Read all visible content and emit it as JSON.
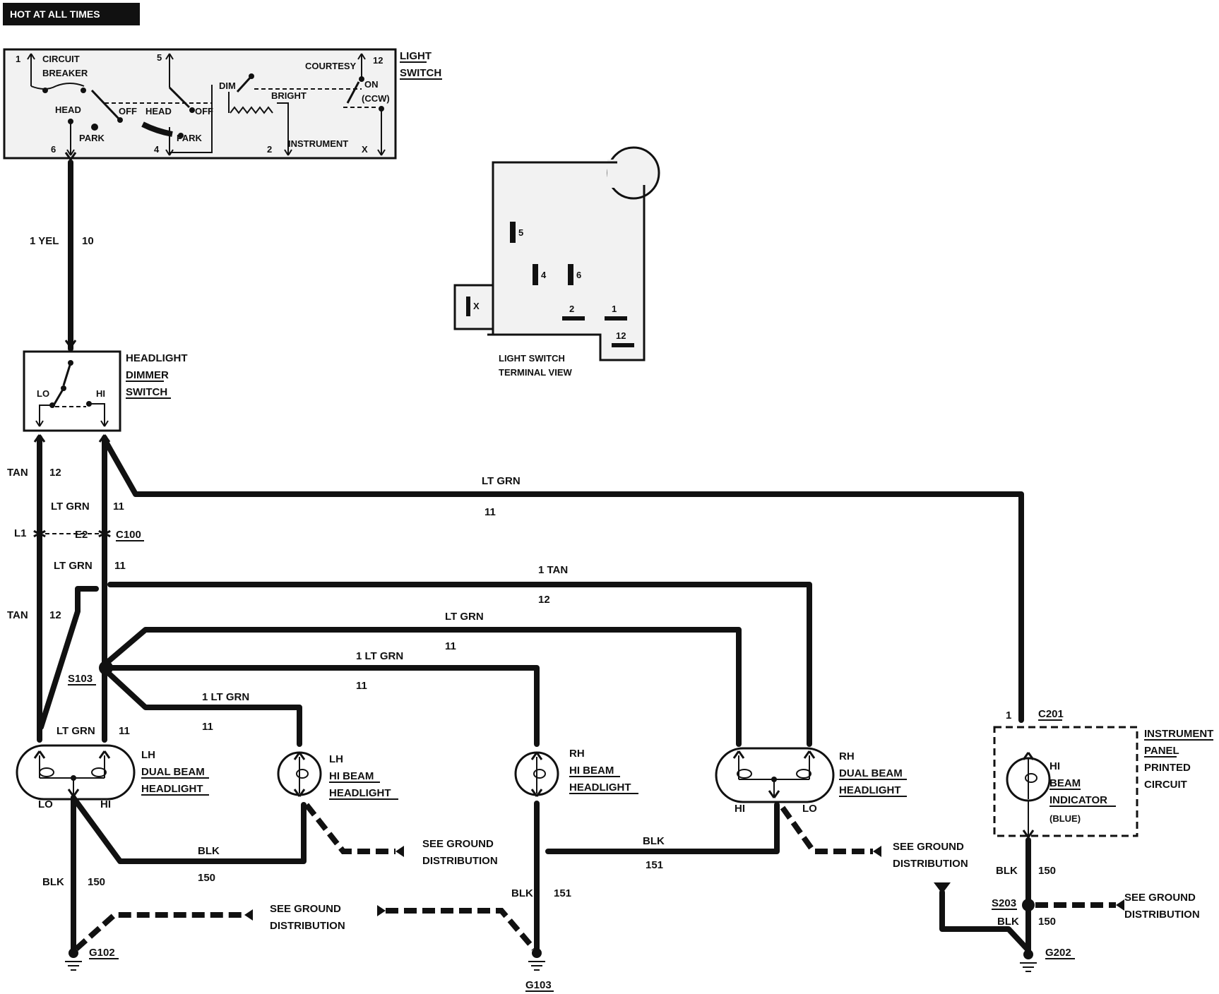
{
  "header": {
    "tag": "HOT AT ALL TIMES"
  },
  "light_switch": {
    "name_line1": "LIGHT",
    "name_line2": "SWITCH",
    "circuit": "CIRCUIT",
    "breaker": "BREAKER",
    "head1": "HEAD",
    "off1": "OFF",
    "park1": "PARK",
    "head2": "HEAD",
    "off2": "OFF",
    "park2": "PARK",
    "dim": "DIM",
    "bright": "BRIGHT",
    "instrument": "INSTRUMENT",
    "courtesy": "COURTESY",
    "on": "ON",
    "ccw": "(CCW)",
    "t1": "1",
    "t5": "5",
    "t12": "12",
    "t6": "6",
    "t4": "4",
    "t2": "2",
    "tx": "X"
  },
  "terminal_view": {
    "line1": "LIGHT SWITCH",
    "line2": "TERMINAL VIEW",
    "p5": "5",
    "p4": "4",
    "p6": "6",
    "px": "X",
    "p2": "2",
    "p1": "1",
    "p12": "12"
  },
  "dimmer": {
    "line1": "HEADLIGHT",
    "line2": "DIMMER",
    "line3": "SWITCH",
    "lo": "LO",
    "hi": "HI"
  },
  "wires": {
    "w_1yel": "1 YEL",
    "w_10": "10",
    "w_tan_a": "TAN",
    "w_12_a": "12",
    "w_ltgrn_a": "LT GRN",
    "w_11_a": "11",
    "w_ltgrn_top": "LT GRN",
    "w_11_top": "11",
    "w_l1": "L1",
    "w_e2": "E2",
    "w_c100": "C100",
    "w_ltgrn_b": "LT GRN",
    "w_11_b": "11",
    "w_tan_b": "TAN",
    "w_12_b": "12",
    "w_1tan": "1 TAN",
    "w_12_c": "12",
    "w_ltgrn_c": "LT GRN",
    "w_11_c": "11",
    "w_1ltgrn_a": "1 LT GRN",
    "w_11_d": "11",
    "w_1ltgrn_b": "1 LT GRN",
    "w_11_e": "11",
    "w_s103": "S103",
    "w_ltgrn_d": "LT GRN",
    "w_11_f": "11",
    "w_blk_a": "BLK",
    "w_150_a": "150",
    "w_blk_b": "BLK",
    "w_150_b": "150",
    "w_blk_c": "BLK",
    "w_151_a": "151",
    "w_blk_d": "BLK",
    "w_151_b": "151",
    "w_blk_e": "BLK",
    "w_150_c": "150",
    "w_blk_f": "BLK",
    "w_150_d": "150",
    "w_1_c201": "1",
    "w_c201": "C201",
    "w_s203": "S203"
  },
  "lamps": {
    "lh_dual": [
      "LH",
      "DUAL BEAM",
      "HEADLIGHT"
    ],
    "lh_lo": "LO",
    "lh_hi": "HI",
    "lh_hi_beam": [
      "LH",
      "HI BEAM",
      "HEADLIGHT"
    ],
    "rh_hi_beam": [
      "RH",
      "HI BEAM",
      "HEADLIGHT"
    ],
    "rh_dual": [
      "RH",
      "DUAL BEAM",
      "HEADLIGHT"
    ],
    "rh_hi": "HI",
    "rh_lo": "LO",
    "indicator": [
      "HI",
      "BEAM",
      "INDICATOR",
      "(BLUE)"
    ],
    "ipc": [
      "INSTRUMENT",
      "PANEL",
      "PRINTED",
      "CIRCUIT"
    ]
  },
  "grounds": {
    "g102": "G102",
    "g103": "G103",
    "g202": "G202",
    "see_ground": "SEE GROUND",
    "distribution": "DISTRIBUTION"
  }
}
